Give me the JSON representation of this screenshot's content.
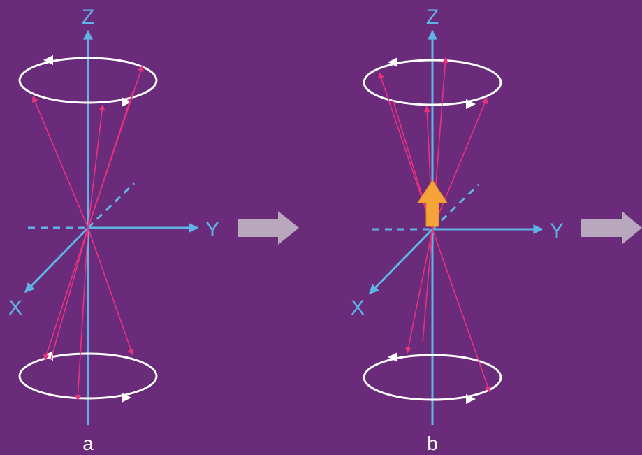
{
  "colors": {
    "background": "#6a2b7a",
    "axis": "#5fb4e6",
    "vector": "#e8327f",
    "orbit": "#ffffff",
    "magnetization": "#f6a33a",
    "transition_arrow": "#b9a7bd"
  },
  "panels": [
    {
      "label": "a",
      "axes": {
        "z": "Z",
        "y": "Y",
        "x": "X"
      },
      "net_magnetization": false
    },
    {
      "label": "b",
      "axes": {
        "z": "Z",
        "y": "Y",
        "x": "X"
      },
      "net_magnetization": true
    }
  ],
  "transition_arrows": 2
}
